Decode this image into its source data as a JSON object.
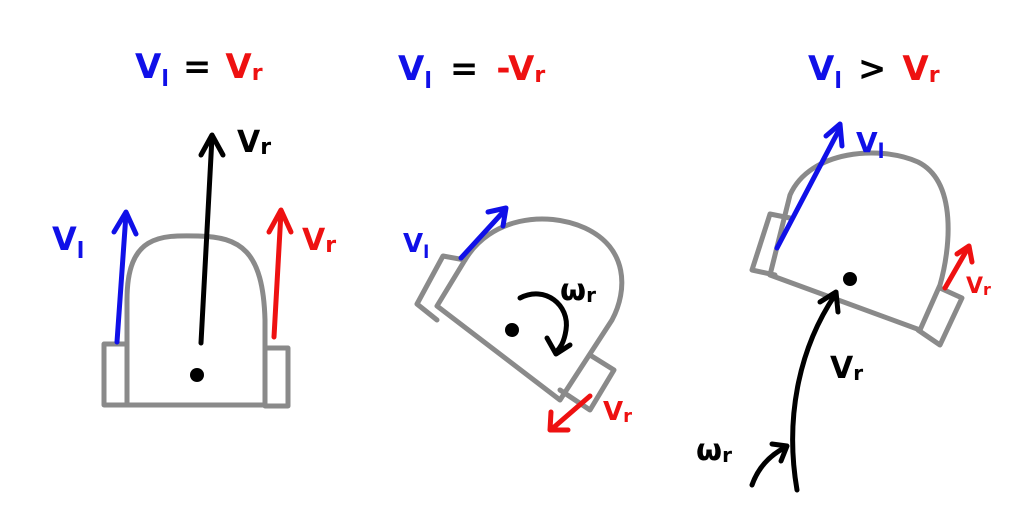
{
  "colors": {
    "left_wheel": "#1010e8",
    "right_wheel": "#ee1111",
    "robot_velocity": "#000000",
    "robot_body": "#8a8a8a"
  },
  "panels": [
    {
      "id": "straight",
      "eq": {
        "left": "V",
        "left_sub": "l",
        "op": "=",
        "right": "V",
        "right_sub": "r"
      },
      "labels": {
        "vl": "V",
        "vl_sub": "l",
        "vr": "V",
        "vr_sub": "r",
        "v": "V",
        "v_sub": "r"
      }
    },
    {
      "id": "rotate",
      "eq": {
        "left": "V",
        "left_sub": "l",
        "op": "=",
        "right": "-V",
        "right_sub": "r"
      },
      "labels": {
        "vl": "V",
        "vl_sub": "l",
        "vr": "V",
        "vr_sub": "r",
        "w": "ω",
        "w_sub": "r"
      }
    },
    {
      "id": "curve",
      "eq": {
        "left": "V",
        "left_sub": "l",
        "op": ">",
        "right": "V",
        "right_sub": "r"
      },
      "labels": {
        "vl": "V",
        "vl_sub": "l",
        "vr": "V",
        "vr_sub": "r",
        "v": "V",
        "v_sub": "r",
        "w": "ω",
        "w_sub": "r"
      }
    }
  ]
}
